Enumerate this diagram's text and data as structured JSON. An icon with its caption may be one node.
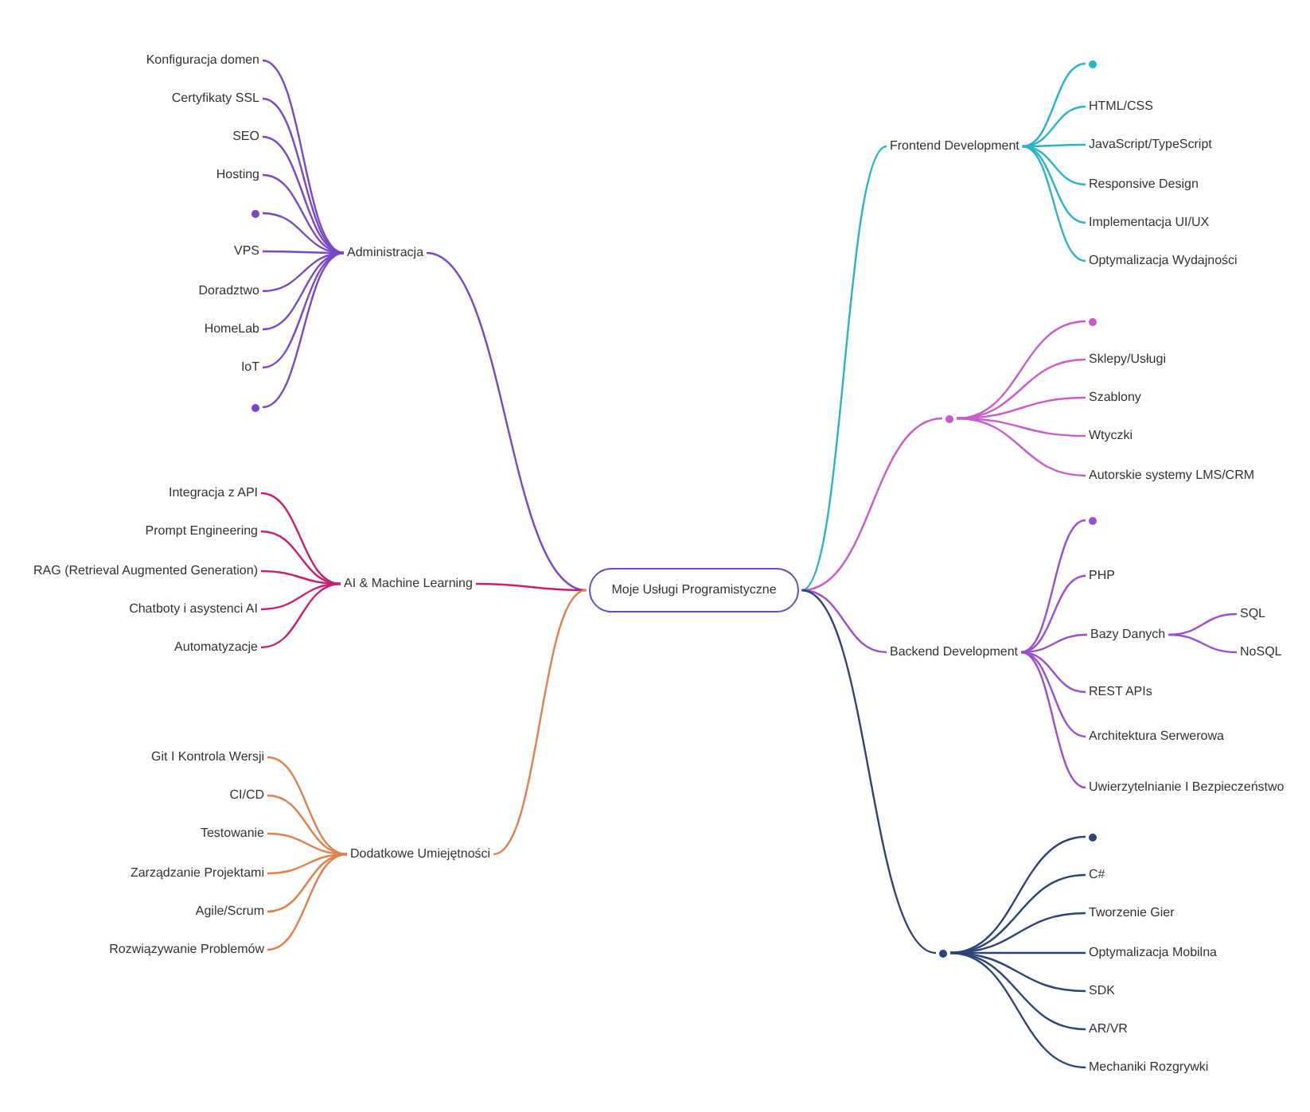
{
  "diagram": {
    "nodes": [
      {
        "text": [
          "Moje Usługi Programistyczne"
        ]
      },
      {
        "text": [
          "Administracja"
        ]
      },
      {
        "text": [
          "Konfiguracja domen"
        ]
      },
      {
        "text": [
          "Certyfikaty SSL"
        ]
      },
      {
        "text": [
          "SEO"
        ]
      },
      {
        "text": [
          "Hosting"
        ]
      },
      {
        "text": [],
        "shape": "circle"
      },
      {
        "text": [
          "VPS"
        ]
      },
      {
        "text": [
          "Doradztwo"
        ]
      },
      {
        "text": [
          "HomeLab"
        ]
      },
      {
        "text": [
          "IoT"
        ]
      },
      {
        "text": [],
        "shape": "circle"
      },
      {
        "text": [
          "AI & Machine Learning"
        ]
      },
      {
        "text": [
          "Integracja z API"
        ]
      },
      {
        "text": [
          "Prompt Engineering"
        ]
      },
      {
        "text": [
          "RAG (Retrieval Augmented Generation)"
        ]
      },
      {
        "text": [
          "Chatboty i asystenci AI"
        ]
      },
      {
        "text": [
          "Automatyzacje"
        ]
      },
      {
        "text": [
          "Dodatkowe Umiejętności"
        ]
      },
      {
        "text": [
          "Git I Kontrola Wersji"
        ]
      },
      {
        "text": [
          "CI/CD"
        ]
      },
      {
        "text": [
          "Testowanie"
        ]
      },
      {
        "text": [
          "Zarządzanie Projektami"
        ]
      },
      {
        "text": [
          "Agile/Scrum"
        ]
      },
      {
        "text": [
          "Rozwiązywanie Problemów"
        ]
      },
      {
        "text": [
          "Frontend Development"
        ]
      },
      {
        "text": [],
        "shape": "circle"
      },
      {
        "text": [
          "HTML/CSS"
        ]
      },
      {
        "text": [
          "JavaScript/TypeScript"
        ]
      },
      {
        "text": [
          "Responsive Design"
        ]
      },
      {
        "text": [
          "Implementacja UI/UX"
        ]
      },
      {
        "text": [
          "Optymalizacja Wydajności"
        ]
      },
      {
        "text": [],
        "shape": "circle"
      },
      {
        "text": [],
        "shape": "circle"
      },
      {
        "text": [
          "Sklepy/Usługi"
        ]
      },
      {
        "text": [
          "Szablony"
        ]
      },
      {
        "text": [
          "Wtyczki"
        ]
      },
      {
        "text": [
          "Autorskie systemy LMS/CRM"
        ]
      },
      {
        "text": [
          "Backend Development"
        ]
      },
      {
        "text": [],
        "shape": "circle"
      },
      {
        "text": [
          "PHP"
        ]
      },
      {
        "text": [
          "Bazy Danych"
        ]
      },
      {
        "text": [
          "SQL"
        ]
      },
      {
        "text": [
          "NoSQL"
        ]
      },
      {
        "text": [
          "REST APIs"
        ]
      },
      {
        "text": [
          "Architektura Serwerowa"
        ]
      },
      {
        "text": [
          "Uwierzytelnianie I Bezpieczeństwo"
        ]
      },
      {
        "text": [],
        "shape": "circle"
      },
      {
        "text": [],
        "shape": "circle"
      },
      {
        "text": [
          "C#"
        ]
      },
      {
        "text": [
          "Tworzenie Gier"
        ]
      },
      {
        "text": [
          "Optymalizacja Mobilna"
        ]
      },
      {
        "text": [
          "SDK"
        ]
      },
      {
        "text": [
          "AR/VR"
        ]
      },
      {
        "text": [
          "Mechaniki Rozgrywki"
        ]
      }
    ],
    "edges": [
      {
        "from": 0,
        "to": 1,
        "arrow": "none",
        "color": "#7848c8"
      },
      {
        "from": 1,
        "to": 2,
        "arrow": "none",
        "color": "#7848c8"
      },
      {
        "from": 1,
        "to": 3,
        "arrow": "none",
        "color": "#7848c8"
      },
      {
        "from": 1,
        "to": 4,
        "arrow": "none",
        "color": "#7848c8"
      },
      {
        "from": 1,
        "to": 5,
        "arrow": "none",
        "color": "#7848c8"
      },
      {
        "from": 1,
        "to": 6,
        "arrow": "none",
        "color": "#7848c8"
      },
      {
        "from": 1,
        "to": 7,
        "arrow": "none",
        "color": "#7848c8"
      },
      {
        "from": 1,
        "to": 8,
        "arrow": "none",
        "color": "#7848c8"
      },
      {
        "from": 1,
        "to": 9,
        "arrow": "none",
        "color": "#7848c8"
      },
      {
        "from": 1,
        "to": 10,
        "arrow": "none",
        "color": "#7848c8"
      },
      {
        "from": 1,
        "to": 11,
        "arrow": "none",
        "color": "#7848c8"
      },
      {
        "from": 0,
        "to": 12,
        "arrow": "none",
        "color": "#c8206e"
      },
      {
        "from": 12,
        "to": 13,
        "arrow": "none",
        "color": "#c8206e"
      },
      {
        "from": 12,
        "to": 14,
        "arrow": "none",
        "color": "#c8206e"
      },
      {
        "from": 12,
        "to": 15,
        "arrow": "none",
        "color": "#c8206e"
      },
      {
        "from": 12,
        "to": 16,
        "arrow": "none",
        "color": "#c8206e"
      },
      {
        "from": 12,
        "to": 17,
        "arrow": "none",
        "color": "#c8206e"
      },
      {
        "from": 0,
        "to": 18,
        "arrow": "none",
        "color": "#e0804c"
      },
      {
        "from": 18,
        "to": 19,
        "arrow": "none",
        "color": "#e0804c"
      },
      {
        "from": 18,
        "to": 20,
        "arrow": "none",
        "color": "#e0804c"
      },
      {
        "from": 18,
        "to": 21,
        "arrow": "none",
        "color": "#e0804c"
      },
      {
        "from": 18,
        "to": 22,
        "arrow": "none",
        "color": "#e0804c"
      },
      {
        "from": 18,
        "to": 23,
        "arrow": "none",
        "color": "#e0804c"
      },
      {
        "from": 18,
        "to": 24,
        "arrow": "none",
        "color": "#e0804c"
      },
      {
        "from": 0,
        "to": 25,
        "arrow": "none",
        "color": "#2ab4c6"
      },
      {
        "from": 25,
        "to": 26,
        "arrow": "none",
        "color": "#2ab4c6"
      },
      {
        "from": 25,
        "to": 27,
        "arrow": "none",
        "color": "#2ab4c6"
      },
      {
        "from": 25,
        "to": 28,
        "arrow": "none",
        "color": "#2ab4c6"
      },
      {
        "from": 25,
        "to": 29,
        "arrow": "none",
        "color": "#2ab4c6"
      },
      {
        "from": 25,
        "to": 30,
        "arrow": "none",
        "color": "#2ab4c6"
      },
      {
        "from": 25,
        "to": 31,
        "arrow": "none",
        "color": "#2ab4c6"
      },
      {
        "from": 0,
        "to": 32,
        "arrow": "none",
        "color": "#c85cc8"
      },
      {
        "from": 32,
        "to": 33,
        "arrow": "none",
        "color": "#c85cc8"
      },
      {
        "from": 32,
        "to": 34,
        "arrow": "none",
        "color": "#c85cc8"
      },
      {
        "from": 32,
        "to": 35,
        "arrow": "none",
        "color": "#c85cc8"
      },
      {
        "from": 32,
        "to": 36,
        "arrow": "none",
        "color": "#c85cc8"
      },
      {
        "from": 32,
        "to": 37,
        "arrow": "none",
        "color": "#c85cc8"
      },
      {
        "from": 0,
        "to": 38,
        "arrow": "none",
        "color": "#9a4ed0"
      },
      {
        "from": 38,
        "to": 39,
        "arrow": "none",
        "color": "#9a4ed0"
      },
      {
        "from": 38,
        "to": 40,
        "arrow": "none",
        "color": "#9a4ed0"
      },
      {
        "from": 38,
        "to": 41,
        "arrow": "none",
        "color": "#9a4ed0"
      },
      {
        "from": 41,
        "to": 42,
        "arrow": "none",
        "color": "#9a4ed0"
      },
      {
        "from": 41,
        "to": 43,
        "arrow": "none",
        "color": "#9a4ed0"
      },
      {
        "from": 38,
        "to": 44,
        "arrow": "none",
        "color": "#9a4ed0"
      },
      {
        "from": 38,
        "to": 45,
        "arrow": "none",
        "color": "#9a4ed0"
      },
      {
        "from": 38,
        "to": 46,
        "arrow": "none",
        "color": "#9a4ed0"
      },
      {
        "from": 0,
        "to": 47,
        "arrow": "none",
        "color": "#2c4478"
      },
      {
        "from": 47,
        "to": 48,
        "arrow": "none",
        "color": "#2c4478"
      },
      {
        "from": 47,
        "to": 49,
        "arrow": "none",
        "color": "#2c4478"
      },
      {
        "from": 47,
        "to": 50,
        "arrow": "none",
        "color": "#2c4478"
      },
      {
        "from": 47,
        "to": 51,
        "arrow": "none",
        "color": "#2c4478"
      },
      {
        "from": 47,
        "to": 52,
        "arrow": "none",
        "color": "#2c4478"
      },
      {
        "from": 47,
        "to": 53,
        "arrow": "none",
        "color": "#2c4478"
      },
      {
        "from": 47,
        "to": 54,
        "arrow": "none",
        "color": "#2c4478"
      }
    ]
  }
}
